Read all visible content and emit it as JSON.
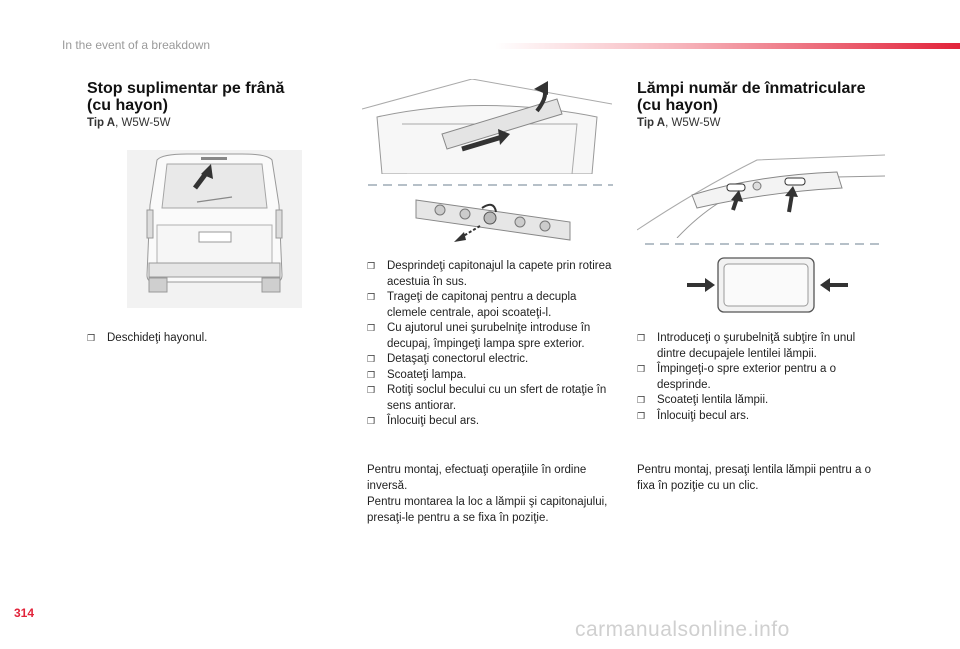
{
  "header": {
    "section": "In the event of a breakdown"
  },
  "left": {
    "title_line1": "Stop suplimentar pe frână",
    "title_line2": "(cu hayon)",
    "type_label": "Tip A",
    "type_value": ", W5W-5W",
    "steps": [
      "Deschideţi hayonul."
    ]
  },
  "middle": {
    "steps": [
      "Desprindeţi capitonajul la capete prin rotirea acestuia în sus.",
      "Trageţi de capitonaj pentru a decupla clemele centrale, apoi scoateţi-l.",
      "Cu ajutorul unei şurubelniţe introduse în decupaj, împingeţi lampa spre exterior.",
      "Detaşaţi conectorul electric.",
      "Scoateţi lampa.",
      "Rotiţi soclul becului cu un sfert de rotaţie în sens antiorar.",
      "Înlocuiţi becul ars."
    ],
    "note": "Pentru montaj, efectuaţi operaţiile în ordine inversă.\nPentru montarea la loc a lămpii şi capitonajului, presaţi-le pentru a se fixa în poziţie."
  },
  "right": {
    "title_line1": "Lămpi număr de înmatriculare",
    "title_line2": "(cu hayon)",
    "type_label": "Tip A",
    "type_value": ", W5W-5W",
    "steps": [
      "Introduceţi o şurubelniţă subţire în unul dintre decupajele lentilei lămpii.",
      "Împingeţi-o spre exterior pentru a o desprinde.",
      "Scoateţi lentila lămpii.",
      "Înlocuiţi becul ars."
    ],
    "note": "Pentru montaj, presaţi lentila lămpii pentru a o fixa în poziţie cu un clic."
  },
  "footer": {
    "page_number": "314",
    "watermark": "carmanualsonline.info"
  },
  "colors": {
    "accent": "#e2233a"
  }
}
